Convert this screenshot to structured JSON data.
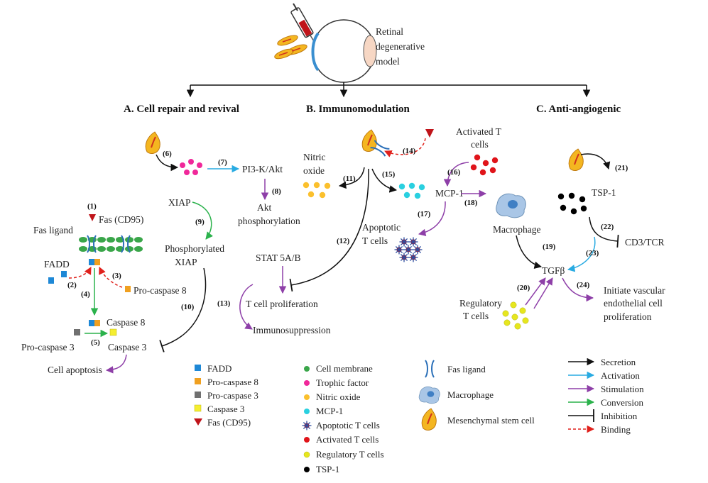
{
  "model_label": [
    "Retinal",
    "degenerative",
    "model"
  ],
  "sections": {
    "a": "A. Cell repair and revival",
    "b": "B. Immunomodulation",
    "c": "C. Anti-angiogenic"
  },
  "labels": {
    "pi3k": "PI3-K/Akt",
    "akt": [
      "Akt",
      "phosphorylation"
    ],
    "xiap": "XIAP",
    "phos_xiap": [
      "Phosphorylated",
      "XIAP"
    ],
    "fas_ligand": "Fas ligand",
    "fas": "Fas (CD95)",
    "fadd": "FADD",
    "pro_casp8": "Pro-caspase 8",
    "casp8": "Caspase 8",
    "pro_casp3": "Pro-caspase 3",
    "casp3": "Caspase 3",
    "cell_apoptosis": "Cell apoptosis",
    "nitric_oxide": [
      "Nitric",
      "oxide"
    ],
    "stat": "STAT 5A/B",
    "t_prolif": "T cell proliferation",
    "immunosupp": "Immunosuppression",
    "activated_t": [
      "Activated T",
      "cells"
    ],
    "mcp1": "MCP-1",
    "apoptotic_t": [
      "Apoptotic",
      "T cells"
    ],
    "macrophage": "Macrophage",
    "tgfb": "TGFβ",
    "regulatory_t": [
      "Regulatory",
      "T cells"
    ],
    "tsp1": "TSP-1",
    "cd3": "CD3/TCR",
    "vascular": [
      "Initiate vascular",
      "endothelial cell",
      "proliferation"
    ]
  },
  "steps": [
    "(1)",
    "(2)",
    "(3)",
    "(4)",
    "(5)",
    "(6)",
    "(7)",
    "(8)",
    "(9)",
    "(10)",
    "(11)",
    "(12)",
    "(13)",
    "(14)",
    "(15)",
    "(16)",
    "(17)",
    "(18)",
    "(19)",
    "(20)",
    "(21)",
    "(22)",
    "(23)",
    "(24)"
  ],
  "legend": {
    "col1": [
      "FADD",
      "Pro-caspase 8",
      "Pro-caspase 3",
      "Caspase 3",
      "Fas (CD95)"
    ],
    "col2": [
      "Cell membrane",
      "Trophic factor",
      "Nitric oxide",
      "MCP-1",
      "Apoptotic T cells",
      "Activated T cells",
      "Regulatory T cells",
      "TSP-1"
    ],
    "col3": [
      "Fas ligand",
      "Macrophage",
      "Mesenchymal stem cell"
    ],
    "col4": [
      "Secretion",
      "Activation",
      "Stimulation",
      "Conversion",
      "Inhibition",
      "Binding"
    ]
  },
  "colors": {
    "secretion": "#111111",
    "activation": "#29abe2",
    "stimulation": "#8e3fa8",
    "conversion": "#2bb24c",
    "inhibition": "#111111",
    "binding": "#e0201b",
    "fadd": "#1e88d6",
    "pro_casp8": "#f0a020",
    "pro_casp3": "#707070",
    "casp3": "#f5ee30",
    "fas": "#c0141a",
    "membrane": "#3aa64a",
    "trophic": "#f0289a",
    "nitric": "#fbc02d",
    "mcp1": "#2ad0e0",
    "activated": "#e0141a",
    "regulatory": "#e6e61e",
    "tsp1": "#000000"
  }
}
